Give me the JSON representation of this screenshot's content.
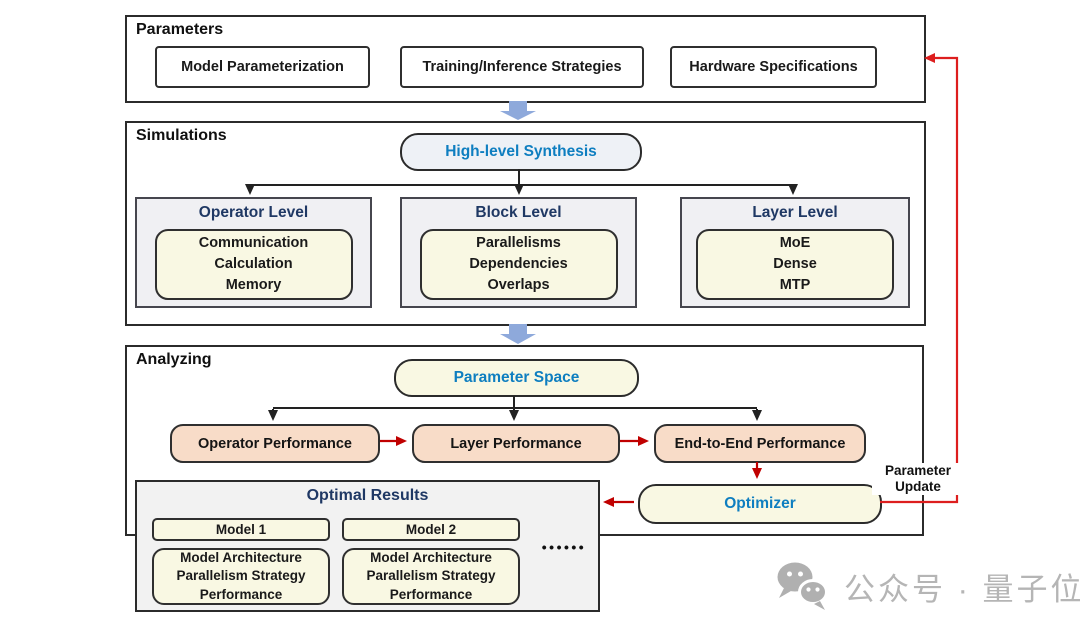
{
  "colors": {
    "blue": "#0e7ec0",
    "navy": "#1f3864",
    "red": "#c00000",
    "red-bright": "#dd1e1e",
    "arrow-blue": "#8ea9db",
    "cream": "#f9f8e3",
    "salmon": "#f8dcc8",
    "panel-gray": "#f0f0f3",
    "ink": "#222222"
  },
  "parameters": {
    "label": "Parameters",
    "items": [
      {
        "label": "Model Parameterization"
      },
      {
        "label": "Training/Inference Strategies"
      },
      {
        "label": "Hardware Specifications"
      }
    ]
  },
  "simulations": {
    "label": "Simulations",
    "synthesis": "High-level Synthesis",
    "levels": [
      {
        "title": "Operator Level",
        "items": "Communication\nCalculation\nMemory"
      },
      {
        "title": "Block Level",
        "items": "Parallelisms\nDependencies\nOverlaps"
      },
      {
        "title": "Layer Level",
        "items": "MoE\nDense\nMTP"
      }
    ]
  },
  "analyzing": {
    "label": "Analyzing",
    "parameter_space": "Parameter Space",
    "performance": [
      {
        "label": "Operator Performance"
      },
      {
        "label": "Layer Performance"
      },
      {
        "label": "End-to-End Performance"
      }
    ],
    "optimizer": "Optimizer",
    "parameter_update": "Parameter\nUpdate"
  },
  "optimal_results": {
    "title": "Optimal Results",
    "models": [
      {
        "name": "Model 1",
        "details": "Model Architecture\nParallelism Strategy\nPerformance"
      },
      {
        "name": "Model 2",
        "details": "Model Architecture\nParallelism Strategy\nPerformance"
      }
    ],
    "ellipsis": "••••••"
  },
  "watermark": {
    "text": "公众号 · 量子位"
  }
}
